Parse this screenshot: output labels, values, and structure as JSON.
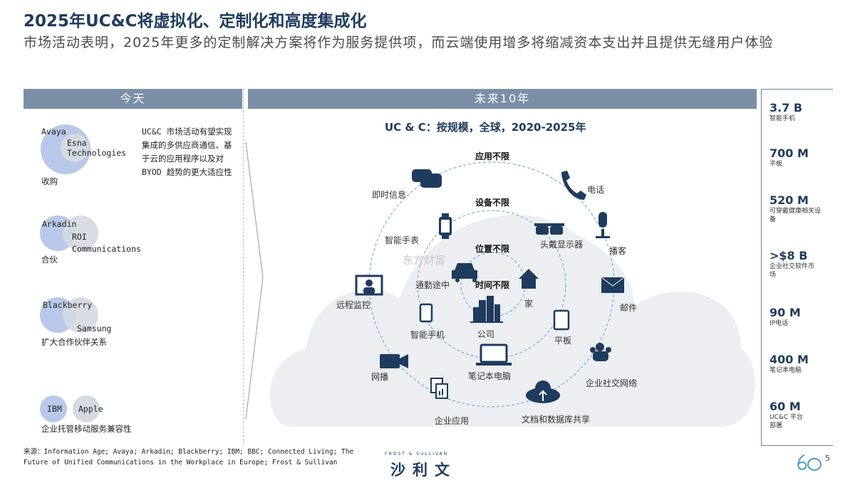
{
  "title": "2025年UC&C将虚拟化、定制化和高度集成化",
  "subtitle": "市场活动表明，2025年更多的定制解决方案将作为服务提供项，而云端使用增多将缩减资本支出并且提供无缝用户体验",
  "today": {
    "header": "今天",
    "description": "UC&C 市场活动有望实现集成的多供应商通信、基于云的应用程序以及对 BYOD 趋势的更大适应性",
    "groups": [
      {
        "a": "Avaya",
        "b": "Esna Technologies",
        "caption": "收购"
      },
      {
        "a": "Arkadin",
        "b": "ROI Communications",
        "caption": "合伙"
      },
      {
        "a": "Blackberry",
        "b": "Samsung",
        "caption": "扩大合作伙伴关系"
      },
      {
        "a": "IBM",
        "b": "Apple",
        "caption": "企业托管移动服务兼容性"
      }
    ]
  },
  "future": {
    "header": "未来10年",
    "diagram_title": "UC & C：按规模，全球，2020-2025年",
    "rings": [
      "应用不限",
      "设备不限",
      "位置不限",
      "时间不限"
    ],
    "items": {
      "im": "即时信息",
      "phone": "电话",
      "podcast": "播客",
      "email": "邮件",
      "social": "企业社交网络",
      "docs": "文档和数据库共享",
      "apps": "企业应用",
      "webcast": "网播",
      "remote": "远程监控",
      "watch": "智能手表",
      "hmd": "头戴显示器",
      "tablet": "平板",
      "laptop": "笔记本电脑",
      "smartphone": "智能手机",
      "commute": "通勤途中",
      "home": "家",
      "office": "公司"
    }
  },
  "stats": [
    {
      "value": "3.7 B",
      "desc": "智能手机"
    },
    {
      "value": "700 M",
      "desc": "平板"
    },
    {
      "value": "520 M",
      "desc": "可穿戴健康相关设备"
    },
    {
      "value": ">$8 B",
      "desc": "企业社交软件市场"
    },
    {
      "value": "90 M",
      "desc": "IP电话"
    },
    {
      "value": "400 M",
      "desc": "笔记本电脑"
    },
    {
      "value": "60 M",
      "desc": "UC&C 平台部署"
    }
  ],
  "source": "来源：Information Age; Avaya; Arkadin; Blackberry; IBM; BBC; Connected Living; The Future of Unified Communications in the Workplace in Europe; Frost & Sullivan",
  "logo": {
    "en": "FROST & SULLIVAN",
    "cn": "沙利文"
  },
  "page_number": "5",
  "watermark": "东方财富",
  "colors": {
    "accent": "#1f3b5e",
    "header": "#7b8fa6",
    "circle_a": "#b9c8e8",
    "circle_b": "#d5d9e0",
    "ring": "#6aa0d8"
  }
}
